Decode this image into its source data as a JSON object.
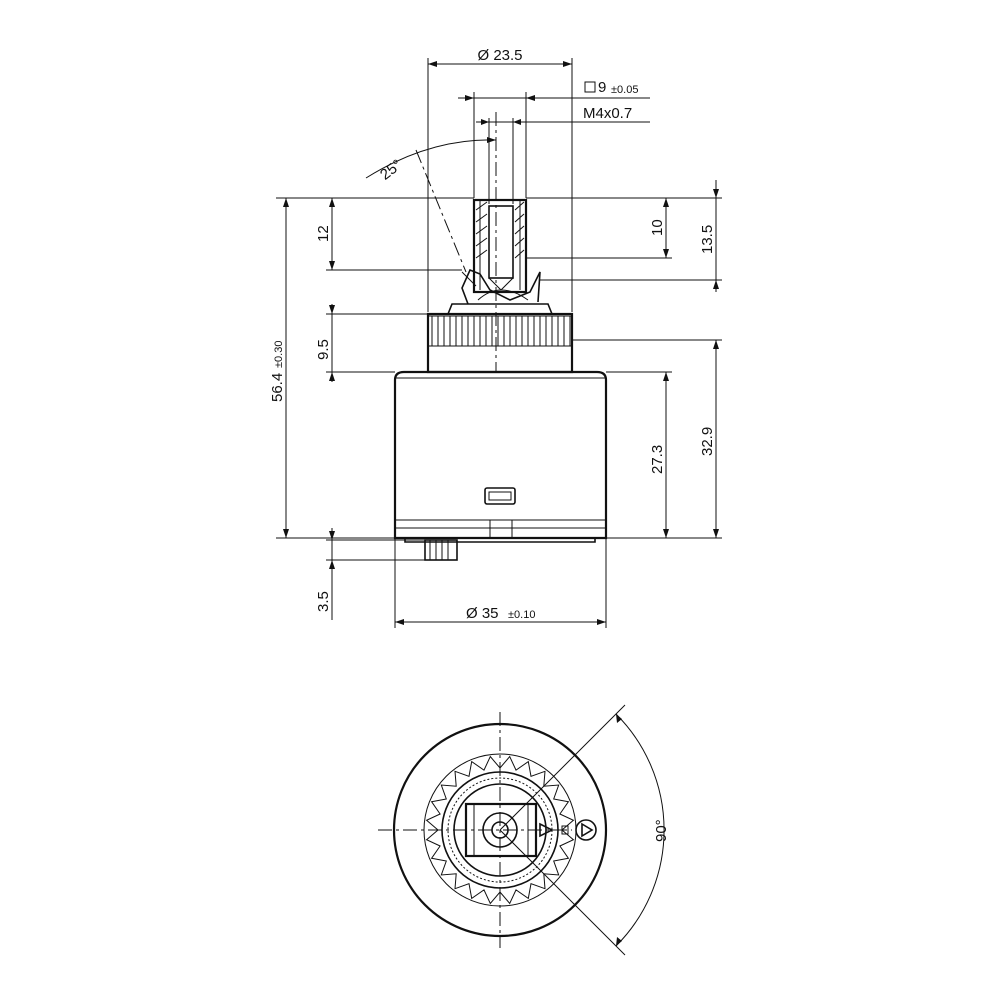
{
  "side_view": {
    "diameter_top": "Ø 23.5",
    "square_size": "9",
    "square_tolerance": "±0.05",
    "thread": "M4x0.7",
    "angle": "25°",
    "total_height": "56.4",
    "total_height_tolerance": "±0.30",
    "stem_height_left": "12",
    "stem_height_right": "10",
    "stem_height_right_outer": "13.5",
    "ring_height": "9.5",
    "body_height": "27.3",
    "body_height_outer": "32.9",
    "bottom_pin": "3.5",
    "diameter_bottom": "Ø 35",
    "diameter_bottom_tolerance": "±0.10"
  },
  "top_view": {
    "rotation_angle": "90°"
  }
}
